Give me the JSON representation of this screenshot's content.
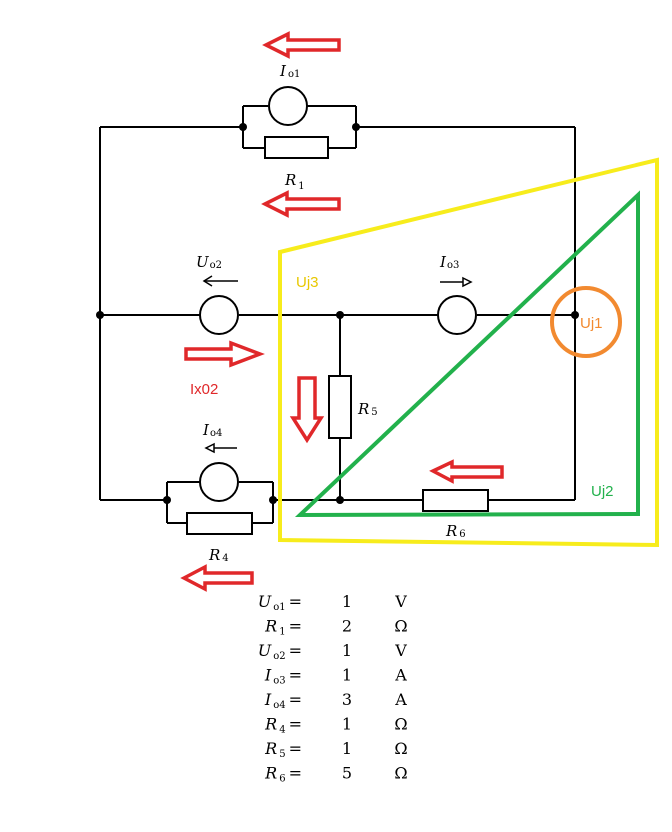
{
  "labels": {
    "io1": {
      "main": "I",
      "sub": "o1"
    },
    "r1": {
      "main": "R",
      "sub": "1"
    },
    "uo2": {
      "main": "U",
      "sub": "o2"
    },
    "io3": {
      "main": "I",
      "sub": "o3"
    },
    "r5": {
      "main": "R",
      "sub": "5"
    },
    "io4": {
      "main": "I",
      "sub": "o4"
    },
    "r4": {
      "main": "R",
      "sub": "4"
    },
    "r6": {
      "main": "R",
      "sub": "6"
    }
  },
  "annotations": {
    "uj1": "Uj1",
    "uj2": "Uj2",
    "uj3": "Uj3",
    "ix02": "Ix02"
  },
  "colors": {
    "yellow": "#f7ec1c",
    "green": "#22b14c",
    "orange": "#f28a30",
    "red": "#e0282a",
    "wire": "#000000"
  },
  "parameters": [
    {
      "main": "U",
      "sub": "o1",
      "eq": "=",
      "value": "1",
      "unit": "V"
    },
    {
      "main": "R",
      "sub": "1",
      "eq": "=",
      "value": "2",
      "unit": "Ω"
    },
    {
      "main": "U",
      "sub": "o2",
      "eq": "=",
      "value": "1",
      "unit": "V"
    },
    {
      "main": "I",
      "sub": "o3",
      "eq": "=",
      "value": "1",
      "unit": "A"
    },
    {
      "main": "I",
      "sub": "o4",
      "eq": "=",
      "value": "3",
      "unit": "A"
    },
    {
      "main": "R",
      "sub": "4",
      "eq": "=",
      "value": "1",
      "unit": "Ω"
    },
    {
      "main": "R",
      "sub": "5",
      "eq": "=",
      "value": "1",
      "unit": "Ω"
    },
    {
      "main": "R",
      "sub": "6",
      "eq": "=",
      "value": "5",
      "unit": "Ω"
    }
  ]
}
